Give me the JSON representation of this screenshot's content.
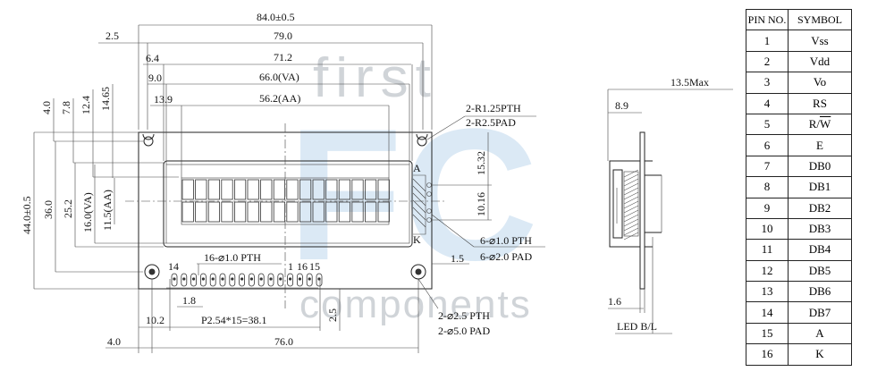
{
  "watermark": {
    "top": "first",
    "middle": "FC",
    "bottom": "components"
  },
  "dims_top": {
    "d84": "84.0±0.5",
    "d2_5": "2.5",
    "d79": "79.0",
    "d6_4": "6.4",
    "d71_2": "71.2",
    "d9": "9.0",
    "d66": "66.0(VA)",
    "d13_9": "13.9",
    "d56_2": "56.2(AA)"
  },
  "dims_left": {
    "d4": "4.0",
    "d7_8": "7.8",
    "d12_4": "12.4",
    "d14_65": "14.65",
    "d44": "44.0±0.5",
    "d36": "36.0",
    "d25_2": "25.2",
    "d16": "16.0(VA)",
    "d11_5": "11.5(AA)"
  },
  "dims_right": {
    "r125": "2-R1.25PTH",
    "r25": "2-R2.5PAD",
    "d15_32": "15.32",
    "d10_16": "10.16",
    "holes_pth": "6-⌀1.0 PTH",
    "holes_pad": "6-⌀2.0 PAD",
    "anode": "A",
    "cathode": "K",
    "d1_5": "1.5"
  },
  "dims_bottom": {
    "pins_pth": "16-⌀1.0 PTH",
    "pin14": "14",
    "pin1": "1",
    "pin16": "16",
    "pin15": "15",
    "d1_8": "1.8",
    "d10_2": "10.2",
    "pitch": "P2.54*15=38.1",
    "d2_5b": "2.5",
    "mount_pth": "2-⌀2.5 PTH",
    "mount_pad": "2-⌀5.0 PAD",
    "d4b": "4.0",
    "d76": "76.0"
  },
  "side_view": {
    "d13_5": "13.5Max",
    "d8_9": "8.9",
    "d1_6": "1.6",
    "led": "LED B/L"
  },
  "pin_table": {
    "header_pin": "PIN NO.",
    "header_symbol": "SYMBOL",
    "rows": [
      {
        "pin": "1",
        "symbol": "Vss",
        "overline": ""
      },
      {
        "pin": "2",
        "symbol": "Vdd",
        "overline": ""
      },
      {
        "pin": "3",
        "symbol": "Vo",
        "overline": ""
      },
      {
        "pin": "4",
        "symbol": "RS",
        "overline": ""
      },
      {
        "pin": "5",
        "symbol": "R/",
        "overline": "W"
      },
      {
        "pin": "6",
        "symbol": "E",
        "overline": ""
      },
      {
        "pin": "7",
        "symbol": "DB0",
        "overline": ""
      },
      {
        "pin": "8",
        "symbol": "DB1",
        "overline": ""
      },
      {
        "pin": "9",
        "symbol": "DB2",
        "overline": ""
      },
      {
        "pin": "10",
        "symbol": "DB3",
        "overline": ""
      },
      {
        "pin": "11",
        "symbol": "DB4",
        "overline": ""
      },
      {
        "pin": "12",
        "symbol": "DB5",
        "overline": ""
      },
      {
        "pin": "13",
        "symbol": "DB6",
        "overline": ""
      },
      {
        "pin": "14",
        "symbol": "DB7",
        "overline": ""
      },
      {
        "pin": "15",
        "symbol": "A",
        "overline": ""
      },
      {
        "pin": "16",
        "symbol": "K",
        "overline": ""
      }
    ]
  }
}
